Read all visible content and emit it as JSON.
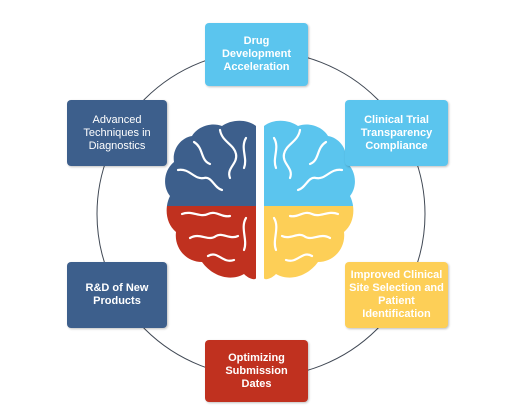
{
  "diagram": {
    "nodes": [
      {
        "id": "top",
        "label": "Drug Development\nAcceleration",
        "color": "#5bc5ee",
        "text_color": "#ffffff",
        "bold": true
      },
      {
        "id": "right-upper",
        "label": "Clinical Trial\nTransparency\nCompliance",
        "color": "#5bc5ee",
        "text_color": "#ffffff",
        "bold": true
      },
      {
        "id": "right-lower",
        "label": "Improved Clinical\nSite Selection and\nPatient\nIdentification",
        "color": "#fdcf57",
        "text_color": "#ffffff",
        "bold": true
      },
      {
        "id": "bottom",
        "label": "Optimizing\nSubmission Dates",
        "color": "#c0311f",
        "text_color": "#ffffff",
        "bold": true
      },
      {
        "id": "left-lower",
        "label": "R&D of New\nProducts",
        "color": "#3d5f8c",
        "text_color": "#ffffff",
        "bold": true
      },
      {
        "id": "left-upper",
        "label": "Advanced\nTechniques in\nDiagnostics",
        "color": "#3d5f8c",
        "text_color": "#ffffff",
        "bold": false
      }
    ],
    "ring_color": "#404854",
    "brain_colors": {
      "upper_left": "#3d5f8c",
      "lower_left": "#c0311f",
      "upper_right": "#5bc5ee",
      "lower_right": "#fdcf57"
    }
  }
}
